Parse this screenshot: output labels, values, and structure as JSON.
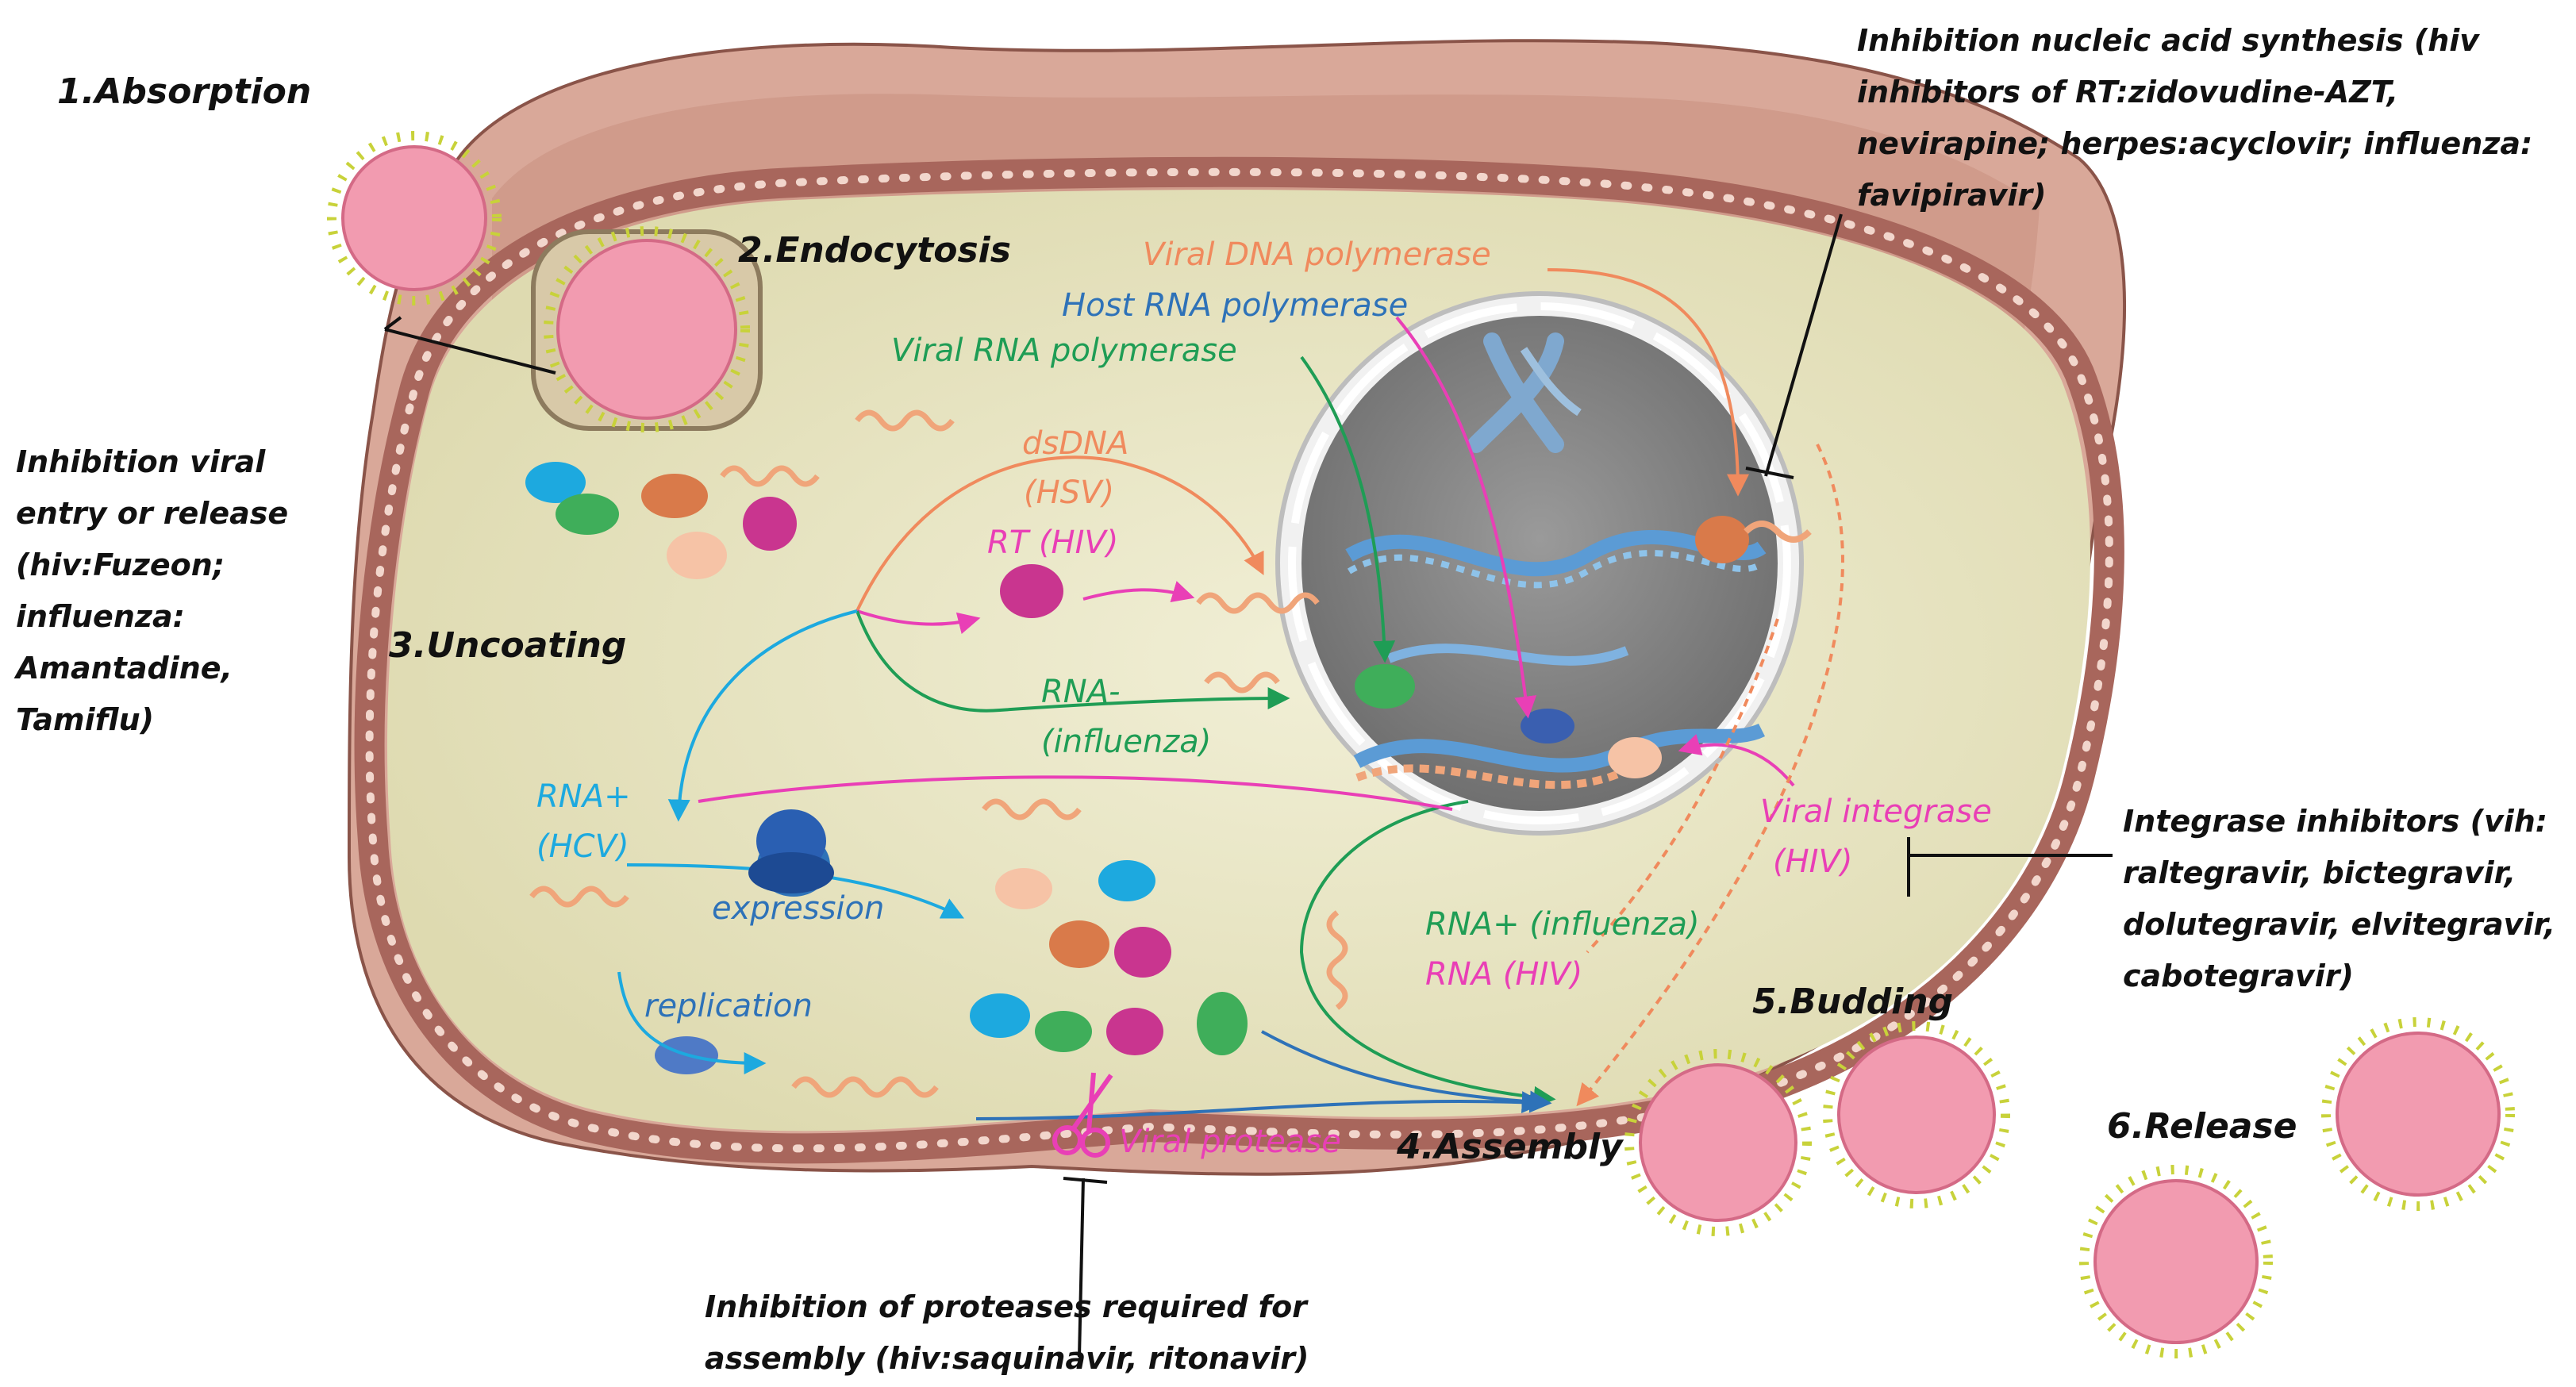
{
  "colors": {
    "cell_outer": "#cf9b8c",
    "cell_outer_edge": "#8a5449",
    "membrane": "#b07066",
    "cytoplasm": "#e5e2bf",
    "nucleus": "#7e7e7e",
    "nuclear_envelope": "#e8e8e8",
    "virus_body": "#f29bb0",
    "virus_spike": "#c8d23a",
    "orange": "#f08a5d",
    "blue": "#2e72b8",
    "green": "#1f9d55",
    "pink": "#e93fb6",
    "cyan": "#1da9df"
  },
  "steps": {
    "absorption": "1.Absorption",
    "endocytosis": "2.Endocytosis",
    "uncoating": "3.Uncoating",
    "assembly": "4.Assembly",
    "budding": "5.Budding",
    "release": "6.Release"
  },
  "inhibitors": {
    "entry": [
      "Inhibition viral",
      "entry or release",
      "(hiv:Fuzeon;",
      "influenza:",
      "Amantadine,",
      "Tamiflu)"
    ],
    "nucleic": [
      "Inhibition nucleic acid synthesis (hiv",
      "inhibitors of RT:zidovudine-AZT,",
      "nevirapine; herpes:acyclovir; influenza:",
      "favipiravir)"
    ],
    "integrase": [
      "Integrase inhibitors (vih:",
      "raltegravir, bictegravir,",
      "dolutegravir, elvitegravir,",
      "cabotegravir)"
    ],
    "protease": [
      "Inhibition of proteases required for",
      "assembly (hiv:saquinavir, ritonavir)"
    ]
  },
  "molecules": {
    "viral_dna_polymerase": "Viral DNA polymerase",
    "host_rna_polymerase": "Host RNA polymerase",
    "viral_rna_polymerase": "Viral RNA polymerase",
    "dsdna": "dsDNA",
    "hsv": "(HSV)",
    "rt_hiv": "RT (HIV)",
    "rna_minus": "RNA-",
    "influenza_paren": "(influenza)",
    "rna_plus": "RNA+",
    "hcv": "(HCV)",
    "expression": "expression",
    "replication": "replication",
    "rna_plus_influenza": "RNA+ (influenza)",
    "rna_hiv": "RNA (HIV)",
    "viral_integrase": "Viral integrase",
    "hiv_paren": "(HIV)",
    "viral_protease": "Viral protease"
  }
}
